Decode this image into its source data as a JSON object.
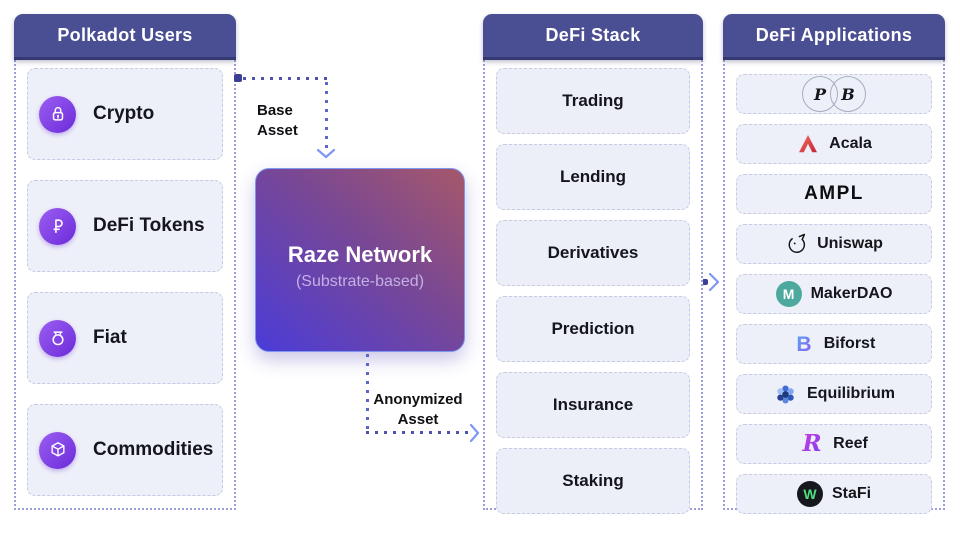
{
  "users": {
    "title": "Polkadot Users",
    "items": [
      {
        "label": "Crypto",
        "icon": "lock-icon"
      },
      {
        "label": "DeFi Tokens",
        "icon": "defi-token-icon"
      },
      {
        "label": "Fiat",
        "icon": "fiat-coin-icon"
      },
      {
        "label": "Commodities",
        "icon": "commodities-cube-icon"
      }
    ]
  },
  "stack": {
    "title": "DeFi Stack",
    "items": [
      {
        "label": "Trading"
      },
      {
        "label": "Lending"
      },
      {
        "label": "Derivatives"
      },
      {
        "label": "Prediction"
      },
      {
        "label": "Insurance"
      },
      {
        "label": "Staking"
      }
    ]
  },
  "apps": {
    "title": "DeFi Applications",
    "pair_left_glyph": "P",
    "pair_right_glyph": "B",
    "pair_icon": "polkadot-bitcoin-icon",
    "items": [
      {
        "label": "Acala",
        "icon": "acala-logo-icon"
      },
      {
        "label": "AMPL",
        "icon": "ampl-wordmark"
      },
      {
        "label": "Uniswap",
        "icon": "uniswap-unicorn-icon"
      },
      {
        "label": "MakerDAO",
        "icon": "makerdao-logo-icon",
        "icon_glyph": "M"
      },
      {
        "label": "Biforst",
        "icon": "biforst-logo-icon",
        "icon_glyph": "B"
      },
      {
        "label": "Equilibrium",
        "icon": "equilibrium-logo-icon"
      },
      {
        "label": "Reef",
        "icon": "reef-logo-icon",
        "icon_glyph": "R"
      },
      {
        "label": "StaFi",
        "icon": "stafi-logo-icon",
        "icon_glyph": "W"
      }
    ]
  },
  "center": {
    "title": "Raze Network",
    "subtitle": "(Substrate-based)"
  },
  "flow_labels": {
    "base_asset": "Base Asset",
    "anonymized_asset": "Anonymized Asset"
  },
  "colors": {
    "header_bg": "#4a4e93",
    "dotted_border": "#9a9edb",
    "item_bg": "#eef0f9",
    "arrow_dots": "#4d52aa",
    "arrow_head": "#7f96f2",
    "raze_gradient_from": "#4b3cd8",
    "raze_gradient_to": "#a6586a",
    "icon_purple_from": "#9b5ef2",
    "icon_purple_to": "#6c2bd9",
    "maker_teal": "#4da99e",
    "stafi_green": "#4ee07f",
    "acala_red": "#d9303f"
  }
}
